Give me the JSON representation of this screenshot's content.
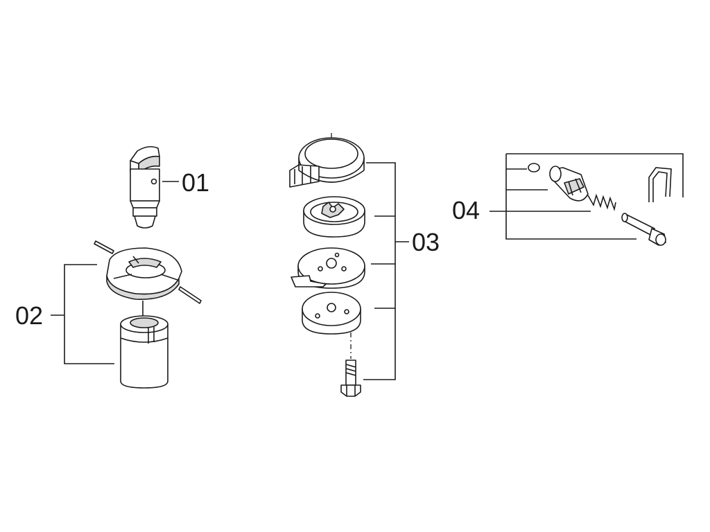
{
  "callouts": [
    {
      "id": "01"
    },
    {
      "id": "02"
    },
    {
      "id": "03"
    },
    {
      "id": "04"
    }
  ],
  "colors": {
    "line": "#1a1a1a",
    "shade": "#d9d9d9",
    "background": "#ffffff"
  },
  "icons": [
    "plunger-pin",
    "retaining-pin",
    "cam-plate",
    "bushing",
    "clamp-ring",
    "lock-disc",
    "index-plate",
    "base-plate",
    "hex-bolt",
    "cap-seal",
    "sleeve",
    "spring",
    "shaft-pin",
    "wire-clip"
  ]
}
